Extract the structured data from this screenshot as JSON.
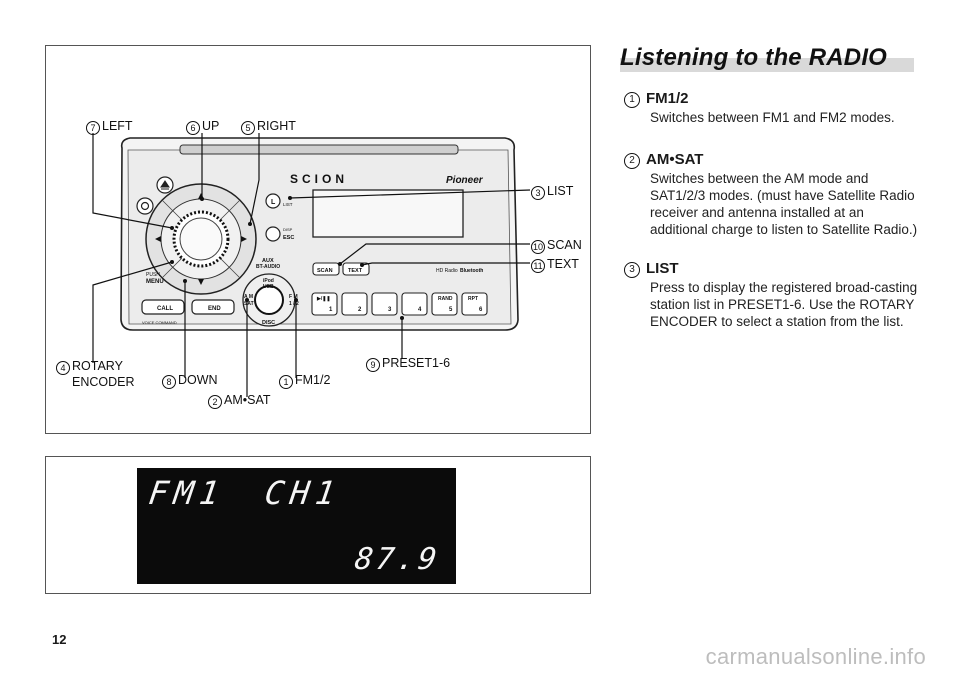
{
  "section": {
    "title": "Listening to the RADIO"
  },
  "items": [
    {
      "num": "1",
      "heading": "FM1/2",
      "body": "Switches between FM1 and FM2 modes."
    },
    {
      "num": "2",
      "heading": "AM•SAT",
      "body": "Switches between the AM mode and SAT1/2/3 modes. (must have Satellite Radio receiver and antenna installed at an additional charge to listen to Satellite Radio.)"
    },
    {
      "num": "3",
      "heading": "LIST",
      "body": "Press to display the registered broad-casting station list in PRESET1-6. Use the ROTARY ENCODER to select a station from the list."
    }
  ],
  "callouts": {
    "left": {
      "num": "7",
      "label": "LEFT"
    },
    "up": {
      "num": "6",
      "label": "UP"
    },
    "right": {
      "num": "5",
      "label": "RIGHT"
    },
    "list": {
      "num": "3",
      "label": "LIST"
    },
    "scan": {
      "num": "10",
      "label": "SCAN"
    },
    "text": {
      "num": "11",
      "label": "TEXT"
    },
    "rotary": {
      "num": "4",
      "label": "ROTARY",
      "label2": "ENCODER"
    },
    "down": {
      "num": "8",
      "label": "DOWN"
    },
    "amsat": {
      "num": "2",
      "label": "AM•SAT"
    },
    "fm12": {
      "num": "1",
      "label": "FM1/2"
    },
    "preset": {
      "num": "9",
      "label": "PRESET1-6"
    }
  },
  "unit_labels": {
    "brand": "SCION",
    "maker": "Pioneer",
    "list_btn": "LIST",
    "disp": "DISP",
    "esc": "ESC",
    "push": "PUSH",
    "menu": "MENU",
    "call": "CALL",
    "end": "END",
    "voice": "VOICE  COMMAND",
    "scan_btn": "SCAN",
    "text_btn": "TEXT",
    "aux": "AUX",
    "bt_audio": "BT-AUDIO",
    "ipod": "iPod",
    "usb": "USB",
    "am": "A M",
    "sat": "SAT",
    "fm": "F M",
    "fm_half": "1 / 2",
    "disc": "DISC",
    "hd_radio": "HD Radio",
    "bluetooth": "Bluetooth",
    "play_pause": "▶/❚❚",
    "presets": [
      "1",
      "2",
      "3",
      "4",
      "5",
      "6"
    ],
    "rand": "RAND",
    "rpt": "RPT"
  },
  "display": {
    "band": "FM1",
    "channel": "CH1",
    "frequency": "87.9"
  },
  "page_number": "12",
  "watermark": "carmanualsonline.info"
}
